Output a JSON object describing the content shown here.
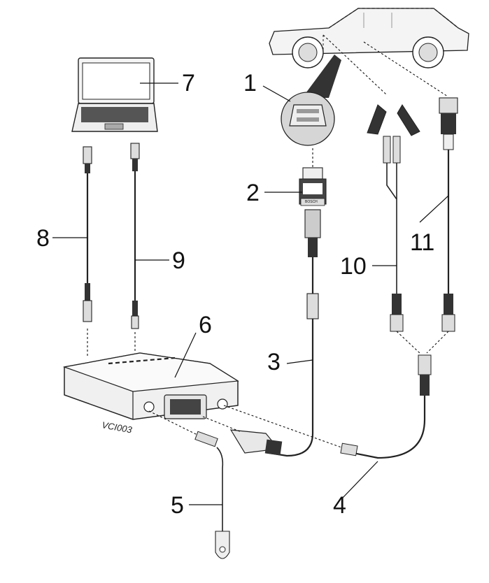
{
  "diagram": {
    "callouts": [
      "1",
      "2",
      "3",
      "4",
      "5",
      "6",
      "7",
      "8",
      "9",
      "10",
      "11"
    ],
    "device_label": "VCI003",
    "connector_brand": "BOSCH"
  }
}
